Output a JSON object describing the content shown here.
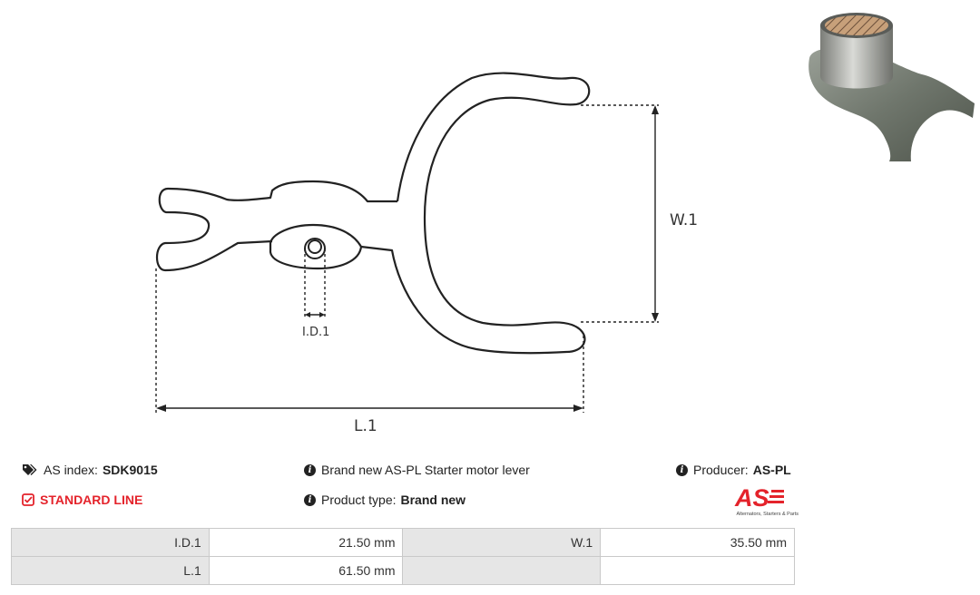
{
  "diagram": {
    "dim_id": "I.D.1",
    "dim_w": "W.1",
    "dim_l": "L.1"
  },
  "info": {
    "as_index_label": "AS index:",
    "as_index_value": "SDK9015",
    "line_label": "STANDARD LINE",
    "description": "Brand new AS-PL Starter motor lever",
    "product_type_label": "Product type:",
    "product_type_value": "Brand new",
    "producer_label": "Producer:",
    "producer_value": "AS-PL"
  },
  "logo": {
    "mark": "AS",
    "tagline": "Alternators, Starters & Parts"
  },
  "specs": {
    "rows": [
      {
        "label1": "I.D.1",
        "value1": "21.50 mm",
        "label2": "W.1",
        "value2": "35.50 mm"
      },
      {
        "label1": "L.1",
        "value1": "61.50 mm",
        "label2": "",
        "value2": ""
      }
    ]
  },
  "colors": {
    "accent_red": "#e4232b",
    "label_bg": "#e6e6e6",
    "line": "#222222"
  },
  "icons": [
    "tags-icon",
    "check-square-icon",
    "info-circle-icon"
  ]
}
